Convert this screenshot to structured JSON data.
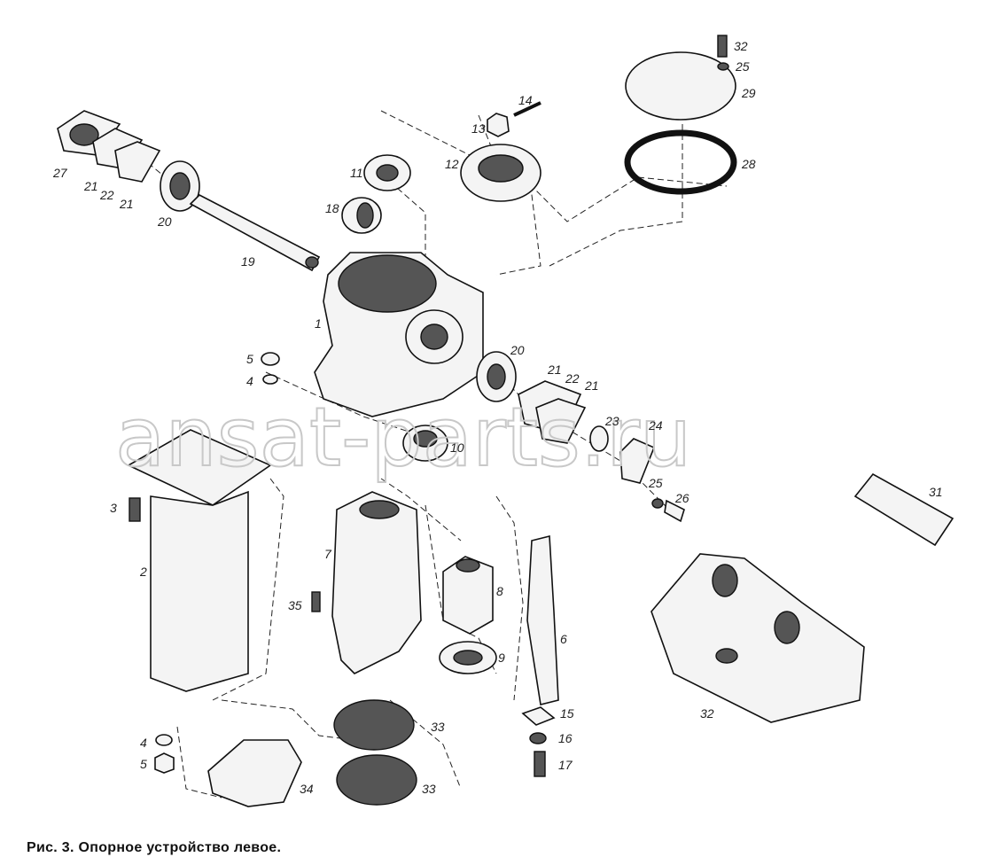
{
  "watermark": "ansat-parts.ru",
  "caption": "Рис. 3. Опорное устройство левое.",
  "labels": {
    "1": "1",
    "2": "2",
    "3": "3",
    "4a": "4",
    "4b": "4",
    "5a": "5",
    "5b": "5",
    "6": "6",
    "7": "7",
    "8": "8",
    "9": "9",
    "10": "10",
    "11": "11",
    "12": "12",
    "13": "13",
    "14": "14",
    "15": "15",
    "16": "16",
    "17": "17",
    "18": "18",
    "19": "19",
    "20a": "20",
    "20b": "20",
    "21a": "21",
    "21b": "21",
    "21c": "21",
    "21d": "21",
    "22a": "22",
    "22b": "22",
    "23": "23",
    "24": "24",
    "25a": "25",
    "25b": "25",
    "26": "26",
    "27": "27",
    "28": "28",
    "29": "29",
    "31": "31",
    "32a": "32",
    "32b": "32",
    "33a": "33",
    "33b": "33",
    "34": "34",
    "35": "35"
  }
}
